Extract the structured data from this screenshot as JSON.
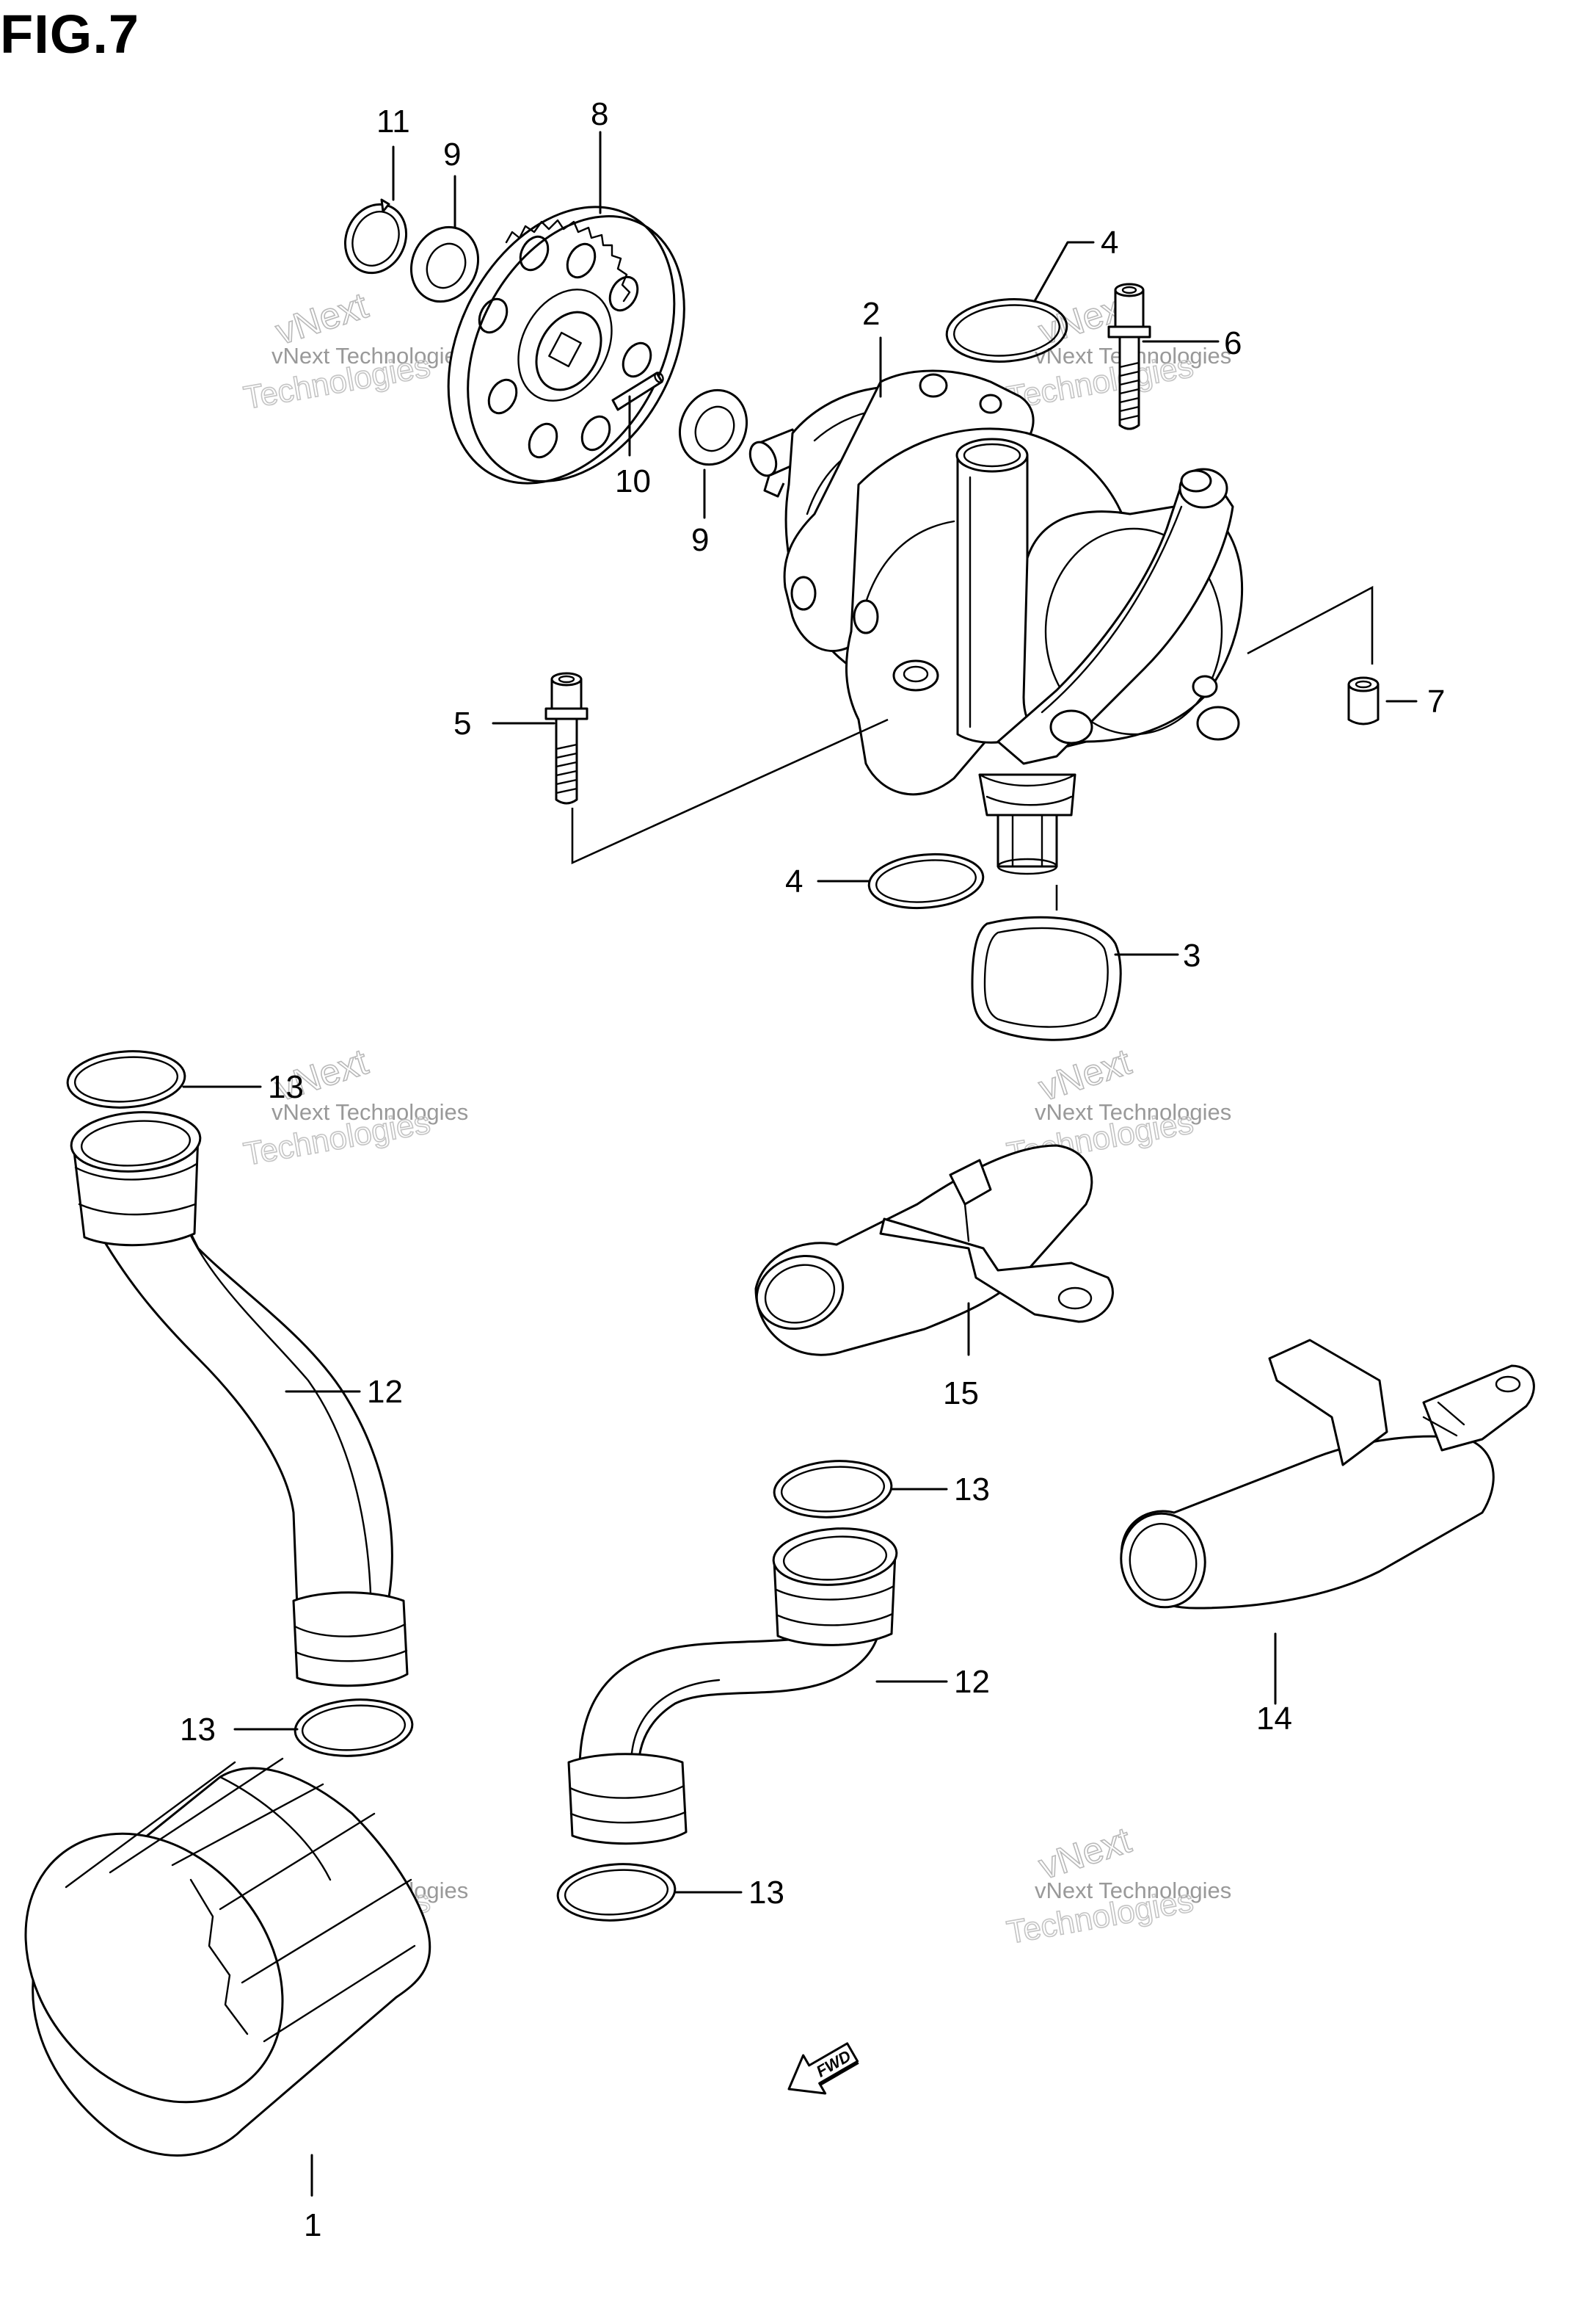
{
  "figure": {
    "title": "FIG.7"
  },
  "watermark": {
    "line1": "vNext",
    "line2": "vNext Technologies",
    "line3": "Technologies"
  },
  "callouts": {
    "p1": "1",
    "p2": "2",
    "p3": "3",
    "p4a": "4",
    "p4b": "4",
    "p5": "5",
    "p6": "6",
    "p7": "7",
    "p8": "8",
    "p9a": "9",
    "p9b": "9",
    "p10": "10",
    "p11": "11",
    "p12a": "12",
    "p12b": "12",
    "p13a": "13",
    "p13b": "13",
    "p13c": "13",
    "p13d": "13",
    "p14": "14",
    "p15": "15"
  },
  "fwd_label": "FWD"
}
